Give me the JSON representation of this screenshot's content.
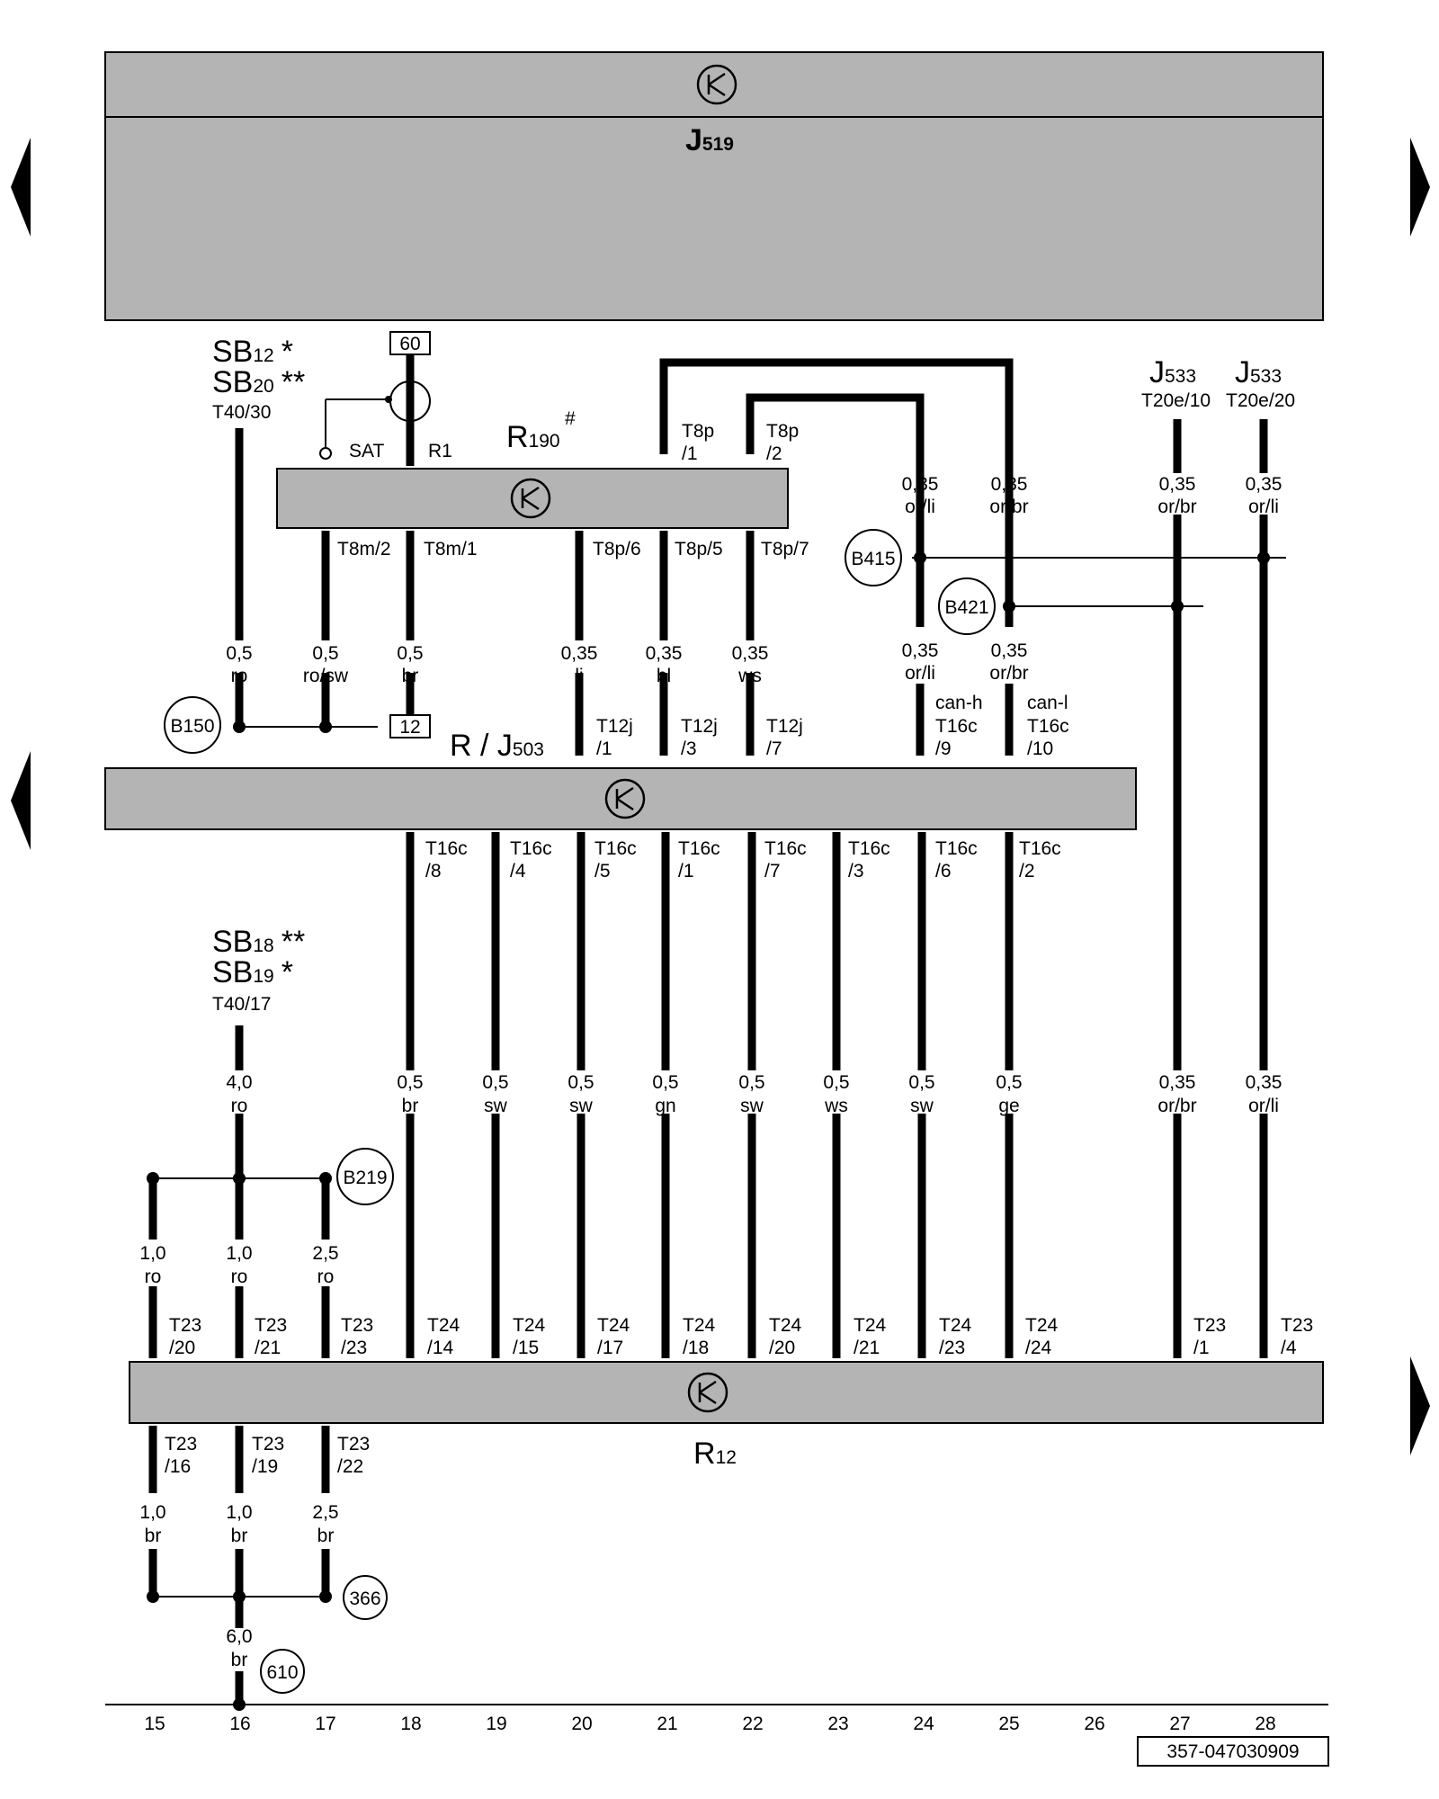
{
  "components": {
    "top_unit": {
      "name": "J",
      "sub": "519"
    },
    "radio_unit": {
      "name": "R",
      "sub": "190",
      "mark": "#"
    },
    "middle_unit": {
      "prefix": "R / J",
      "sub": "503"
    },
    "bottom_unit": {
      "name": "R",
      "sub": "12"
    }
  },
  "fuse_labels": {
    "sb12_name": "SB",
    "sb12_sub": "12",
    "sb12_mark": "*",
    "sb20_name": "SB",
    "sb20_sub": "20",
    "sb20_mark": "**",
    "t40_30": "T40/30",
    "sb18_name": "SB",
    "sb18_sub": "18",
    "sb18_mark": "**",
    "sb19_name": "SB",
    "sb19_sub": "19",
    "sb19_mark": "*",
    "t40_17": "T40/17"
  },
  "refs": {
    "j533": "J",
    "j533_sub": "533",
    "t20e_10": "T20e/10",
    "t20e_20": "T20e/20"
  },
  "terminals": {
    "box60": "60",
    "box12": "12",
    "sat": "SAT",
    "r1": "R1",
    "t8p_1a": "T8p",
    "t8p_1b": "/1",
    "t8p_2a": "T8p",
    "t8p_2b": "/2",
    "t8m_2": "T8m/2",
    "t8m_1": "T8m/1",
    "t8p_6": "T8p/6",
    "t8p_5": "T8p/5",
    "t8p_7": "T8p/7",
    "t12j_1a": "T12j",
    "t12j_1b": "/1",
    "t12j_3a": "T12j",
    "t12j_3b": "/3",
    "t12j_7a": "T12j",
    "t12j_7b": "/7",
    "can_h": "can-h",
    "can_l": "can-l",
    "t16c_9a": "T16c",
    "t16c_9b": "/9",
    "t16c_10a": "T16c",
    "t16c_10b": "/10",
    "t16c_8a": "T16c",
    "t16c_8b": "/8",
    "t16c_4a": "T16c",
    "t16c_4b": "/4",
    "t16c_5a": "T16c",
    "t16c_5b": "/5",
    "t16c_1a": "T16c",
    "t16c_1b": "/1",
    "t16c_7a": "T16c",
    "t16c_7b": "/7",
    "t16c_3a": "T16c",
    "t16c_3b": "/3",
    "t16c_6a": "T16c",
    "t16c_6b": "/6",
    "t16c_2a": "T16c",
    "t16c_2b": "/2",
    "t23_20a": "T23",
    "t23_20b": "/20",
    "t23_21a": "T23",
    "t23_21b": "/21",
    "t23_23a": "T23",
    "t23_23b": "/23",
    "t24_14a": "T24",
    "t24_14b": "/14",
    "t24_15a": "T24",
    "t24_15b": "/15",
    "t24_17a": "T24",
    "t24_17b": "/17",
    "t24_18a": "T24",
    "t24_18b": "/18",
    "t24_20a": "T24",
    "t24_20b": "/20",
    "t24_21a": "T24",
    "t24_21b": "/21",
    "t24_23a": "T24",
    "t24_23b": "/23",
    "t24_24a": "T24",
    "t24_24b": "/24",
    "t23_1a": "T23",
    "t23_1b": "/1",
    "t23_4a": "T23",
    "t23_4b": "/4",
    "t23_16a": "T23",
    "t23_16b": "/16",
    "t23_19a": "T23",
    "t23_19b": "/19",
    "t23_22a": "T23",
    "t23_22b": "/22"
  },
  "wires": {
    "w15a_size": "0,5",
    "w15a_color": "ro",
    "w16a_size": "0,5",
    "w16a_color": "ro/sw",
    "w17a_size": "0,5",
    "w17a_color": "br",
    "w20a_size": "0,35",
    "w20a_color": "li",
    "w21a_size": "0,35",
    "w21a_color": "bl",
    "w22a_size": "0,35",
    "w22a_color": "ws",
    "w24top_size": "0,35",
    "w24top_color": "or/li",
    "w25top_size": "0,35",
    "w25top_color": "or/br",
    "w27top_size": "0,35",
    "w27top_color": "or/br",
    "w28top_size": "0,35",
    "w28top_color": "or/li",
    "w24mid_size": "0,35",
    "w24mid_color": "or/li",
    "w25mid_size": "0,35",
    "w25mid_color": "or/br",
    "wfeed_size": "4,0",
    "wfeed_color": "ro",
    "w18_size": "0,5",
    "w18_color": "br",
    "w19_size": "0,5",
    "w19_color": "sw",
    "w20_size": "0,5",
    "w20_color": "sw",
    "w21_size": "0,5",
    "w21_color": "gn",
    "w22_size": "0,5",
    "w22_color": "sw",
    "w23_size": "0,5",
    "w23_color": "ws",
    "w24_size": "0,5",
    "w24_color": "sw",
    "w25_size": "0,5",
    "w25_color": "ge",
    "w27_size": "0,35",
    "w27_color": "or/br",
    "w28_size": "0,35",
    "w28_color": "or/li",
    "w15b_size": "1,0",
    "w15b_color": "ro",
    "w16b_size": "1,0",
    "w16b_color": "ro",
    "w17b_size": "2,5",
    "w17b_color": "ro",
    "w15c_size": "1,0",
    "w15c_color": "br",
    "w16c_size": "1,0",
    "w16c_color": "br",
    "w17c_size": "2,5",
    "w17c_color": "br",
    "wground_size": "6,0",
    "wground_color": "br"
  },
  "connectors": {
    "b150": "B150",
    "b219": "B219",
    "b415": "B415",
    "b421": "B421",
    "g366": "366",
    "g610": "610"
  },
  "columns": [
    "15",
    "16",
    "17",
    "18",
    "19",
    "20",
    "21",
    "22",
    "23",
    "24",
    "25",
    "26",
    "27",
    "28"
  ],
  "drawing_code": "357-047030909"
}
